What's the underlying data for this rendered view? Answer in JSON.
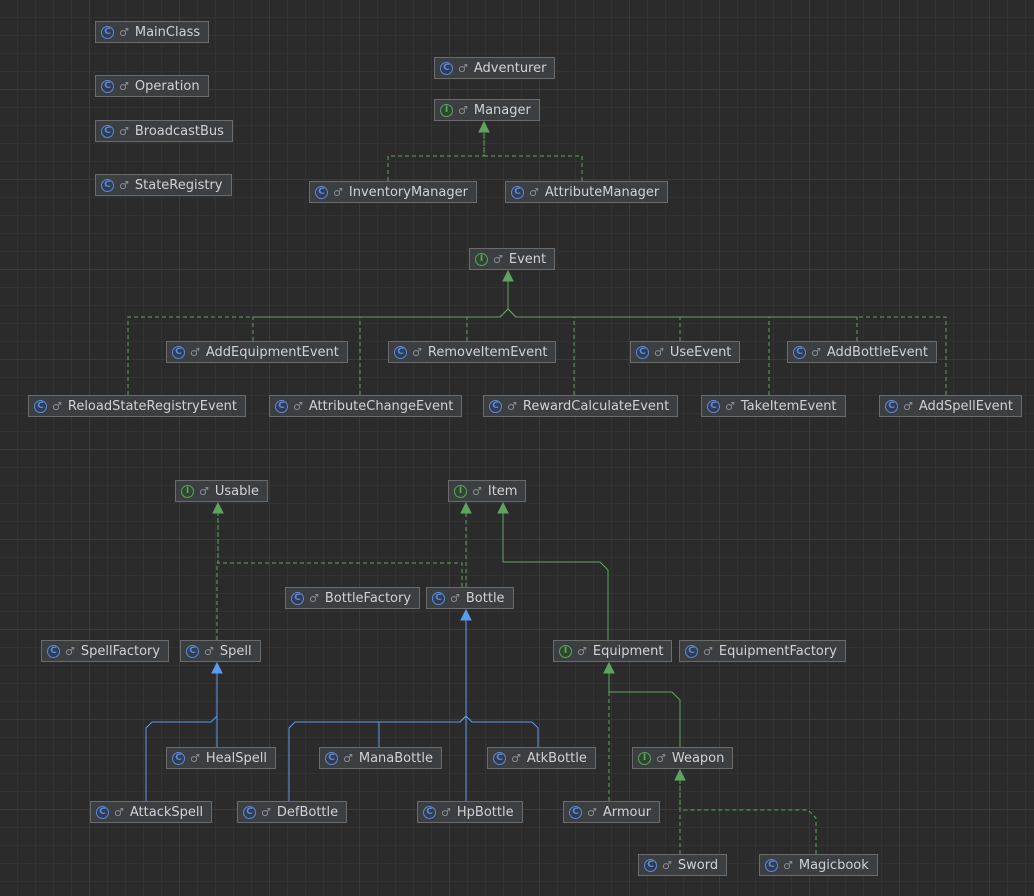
{
  "diagram": {
    "nodes": [
      {
        "id": "MainClass",
        "label": "MainClass",
        "kind": "class",
        "kind_glyph": "C",
        "visibility_glyph": "♂"
      },
      {
        "id": "Operation",
        "label": "Operation",
        "kind": "class",
        "kind_glyph": "C",
        "visibility_glyph": "♂"
      },
      {
        "id": "BroadcastBus",
        "label": "BroadcastBus",
        "kind": "class",
        "kind_glyph": "C",
        "visibility_glyph": "♂"
      },
      {
        "id": "StateRegistry",
        "label": "StateRegistry",
        "kind": "class",
        "kind_glyph": "C",
        "visibility_glyph": "♂"
      },
      {
        "id": "Adventurer",
        "label": "Adventurer",
        "kind": "class",
        "kind_glyph": "C",
        "visibility_glyph": "♂"
      },
      {
        "id": "Manager",
        "label": "Manager",
        "kind": "interface",
        "kind_glyph": "I",
        "visibility_glyph": "♂"
      },
      {
        "id": "InventoryManager",
        "label": "InventoryManager",
        "kind": "class",
        "kind_glyph": "C",
        "visibility_glyph": "♂"
      },
      {
        "id": "AttributeManager",
        "label": "AttributeManager",
        "kind": "class",
        "kind_glyph": "C",
        "visibility_glyph": "♂"
      },
      {
        "id": "Event",
        "label": "Event",
        "kind": "interface",
        "kind_glyph": "I",
        "visibility_glyph": "♂"
      },
      {
        "id": "AddEquipmentEvent",
        "label": "AddEquipmentEvent",
        "kind": "class",
        "kind_glyph": "C",
        "visibility_glyph": "♂"
      },
      {
        "id": "RemoveItemEvent",
        "label": "RemoveItemEvent",
        "kind": "class",
        "kind_glyph": "C",
        "visibility_glyph": "♂"
      },
      {
        "id": "UseEvent",
        "label": "UseEvent",
        "kind": "class",
        "kind_glyph": "C",
        "visibility_glyph": "♂"
      },
      {
        "id": "AddBottleEvent",
        "label": "AddBottleEvent",
        "kind": "class",
        "kind_glyph": "C",
        "visibility_glyph": "♂"
      },
      {
        "id": "ReloadStateRegistryEvent",
        "label": "ReloadStateRegistryEvent",
        "kind": "class",
        "kind_glyph": "C",
        "visibility_glyph": "♂"
      },
      {
        "id": "AttributeChangeEvent",
        "label": "AttributeChangeEvent",
        "kind": "class",
        "kind_glyph": "C",
        "visibility_glyph": "♂"
      },
      {
        "id": "RewardCalculateEvent",
        "label": "RewardCalculateEvent",
        "kind": "class",
        "kind_glyph": "C",
        "visibility_glyph": "♂"
      },
      {
        "id": "TakeItemEvent",
        "label": "TakeItemEvent",
        "kind": "class",
        "kind_glyph": "C",
        "visibility_glyph": "♂"
      },
      {
        "id": "AddSpellEvent",
        "label": "AddSpellEvent",
        "kind": "class",
        "kind_glyph": "C",
        "visibility_glyph": "♂"
      },
      {
        "id": "Usable",
        "label": "Usable",
        "kind": "interface",
        "kind_glyph": "I",
        "visibility_glyph": "♂"
      },
      {
        "id": "Item",
        "label": "Item",
        "kind": "interface",
        "kind_glyph": "I",
        "visibility_glyph": "♂"
      },
      {
        "id": "BottleFactory",
        "label": "BottleFactory",
        "kind": "class",
        "kind_glyph": "C",
        "visibility_glyph": "♂"
      },
      {
        "id": "Bottle",
        "label": "Bottle",
        "kind": "class",
        "kind_glyph": "C",
        "visibility_glyph": "♂"
      },
      {
        "id": "SpellFactory",
        "label": "SpellFactory",
        "kind": "class",
        "kind_glyph": "C",
        "visibility_glyph": "♂"
      },
      {
        "id": "Spell",
        "label": "Spell",
        "kind": "class",
        "kind_glyph": "C",
        "visibility_glyph": "♂"
      },
      {
        "id": "Equipment",
        "label": "Equipment",
        "kind": "interface",
        "kind_glyph": "I",
        "visibility_glyph": "♂"
      },
      {
        "id": "EquipmentFactory",
        "label": "EquipmentFactory",
        "kind": "class",
        "kind_glyph": "C",
        "visibility_glyph": "♂"
      },
      {
        "id": "HealSpell",
        "label": "HealSpell",
        "kind": "class",
        "kind_glyph": "C",
        "visibility_glyph": "♂"
      },
      {
        "id": "ManaBottle",
        "label": "ManaBottle",
        "kind": "class",
        "kind_glyph": "C",
        "visibility_glyph": "♂"
      },
      {
        "id": "AtkBottle",
        "label": "AtkBottle",
        "kind": "class",
        "kind_glyph": "C",
        "visibility_glyph": "♂"
      },
      {
        "id": "Weapon",
        "label": "Weapon",
        "kind": "interface",
        "kind_glyph": "I",
        "visibility_glyph": "♂"
      },
      {
        "id": "AttackSpell",
        "label": "AttackSpell",
        "kind": "class",
        "kind_glyph": "C",
        "visibility_glyph": "♂"
      },
      {
        "id": "DefBottle",
        "label": "DefBottle",
        "kind": "class",
        "kind_glyph": "C",
        "visibility_glyph": "♂"
      },
      {
        "id": "HpBottle",
        "label": "HpBottle",
        "kind": "class",
        "kind_glyph": "C",
        "visibility_glyph": "♂"
      },
      {
        "id": "Armour",
        "label": "Armour",
        "kind": "class",
        "kind_glyph": "C",
        "visibility_glyph": "♂"
      },
      {
        "id": "Sword",
        "label": "Sword",
        "kind": "class",
        "kind_glyph": "C",
        "visibility_glyph": "♂"
      },
      {
        "id": "Magicbook",
        "label": "Magicbook",
        "kind": "class",
        "kind_glyph": "C",
        "visibility_glyph": "♂"
      }
    ],
    "edges": [
      {
        "from": "InventoryManager",
        "to": "Manager",
        "relation": "implements"
      },
      {
        "from": "AttributeManager",
        "to": "Manager",
        "relation": "implements"
      },
      {
        "from": "ReloadStateRegistryEvent",
        "to": "Event",
        "relation": "implements"
      },
      {
        "from": "AddEquipmentEvent",
        "to": "Event",
        "relation": "implements"
      },
      {
        "from": "AttributeChangeEvent",
        "to": "Event",
        "relation": "implements"
      },
      {
        "from": "RemoveItemEvent",
        "to": "Event",
        "relation": "implements"
      },
      {
        "from": "RewardCalculateEvent",
        "to": "Event",
        "relation": "implements"
      },
      {
        "from": "UseEvent",
        "to": "Event",
        "relation": "implements"
      },
      {
        "from": "TakeItemEvent",
        "to": "Event",
        "relation": "implements"
      },
      {
        "from": "AddBottleEvent",
        "to": "Event",
        "relation": "implements"
      },
      {
        "from": "AddSpellEvent",
        "to": "Event",
        "relation": "implements"
      },
      {
        "from": "Spell",
        "to": "Usable",
        "relation": "implements"
      },
      {
        "from": "Bottle",
        "to": "Usable",
        "relation": "implements"
      },
      {
        "from": "Bottle",
        "to": "Item",
        "relation": "implements"
      },
      {
        "from": "Equipment",
        "to": "Item",
        "relation": "extends-interface"
      },
      {
        "from": "HealSpell",
        "to": "Spell",
        "relation": "extends"
      },
      {
        "from": "AttackSpell",
        "to": "Spell",
        "relation": "extends"
      },
      {
        "from": "DefBottle",
        "to": "Bottle",
        "relation": "extends"
      },
      {
        "from": "ManaBottle",
        "to": "Bottle",
        "relation": "extends"
      },
      {
        "from": "HpBottle",
        "to": "Bottle",
        "relation": "extends"
      },
      {
        "from": "AtkBottle",
        "to": "Bottle",
        "relation": "extends"
      },
      {
        "from": "Armour",
        "to": "Equipment",
        "relation": "implements"
      },
      {
        "from": "Weapon",
        "to": "Equipment",
        "relation": "extends-interface"
      },
      {
        "from": "Sword",
        "to": "Weapon",
        "relation": "implements"
      },
      {
        "from": "Magicbook",
        "to": "Weapon",
        "relation": "implements"
      }
    ],
    "colors": {
      "implements": "#5ea35e",
      "extends-interface": "#5ea35e",
      "extends": "#5b9bf0",
      "background": "#2b2b2b",
      "node_fill": "#3c3f41",
      "node_border": "#6b6b6b",
      "node_text": "#cfd2d6"
    }
  }
}
